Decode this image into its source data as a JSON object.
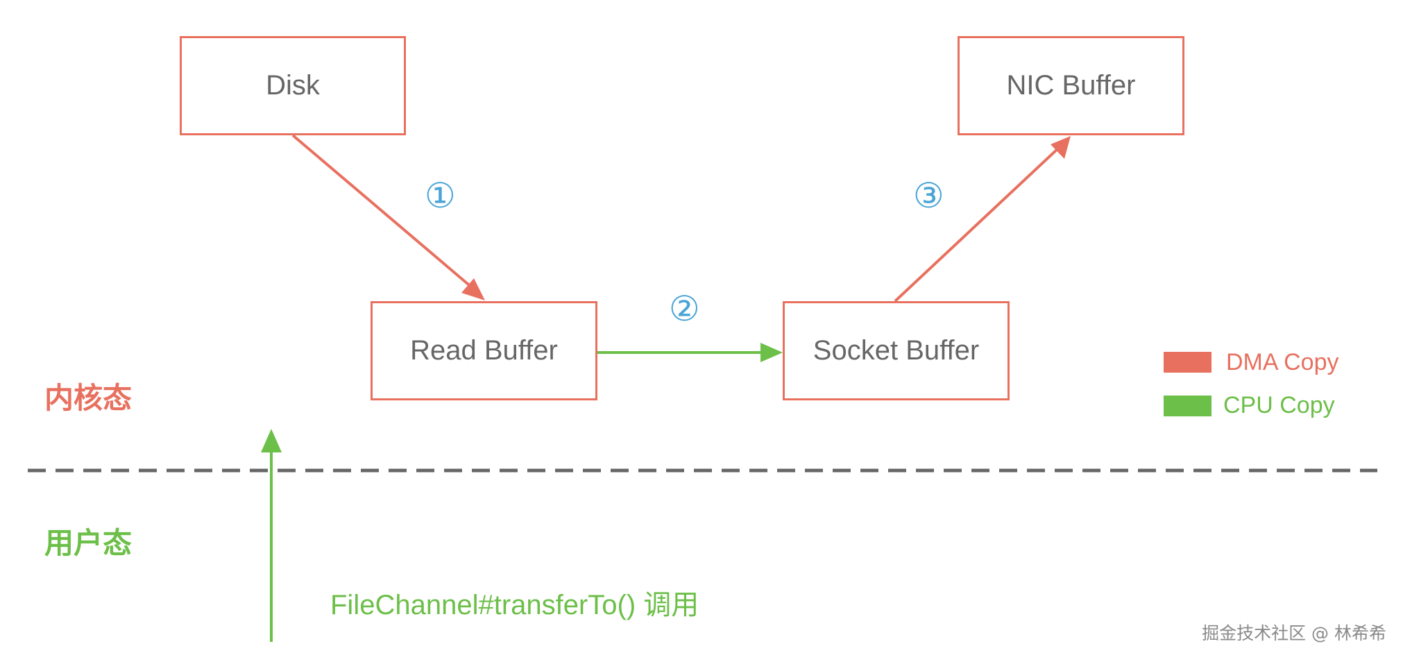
{
  "boxes": {
    "disk": "Disk",
    "read_buffer": "Read Buffer",
    "socket_buffer": "Socket Buffer",
    "nic_buffer": "NIC Buffer"
  },
  "steps": {
    "one": "①",
    "two": "②",
    "three": "③"
  },
  "zones": {
    "kernel": "内核态",
    "user": "用户态"
  },
  "call_label": "FileChannel#transferTo() 调用",
  "legend": {
    "dma": "DMA Copy",
    "cpu": "CPU Copy"
  },
  "watermark": "掘金技术社区 @ 林希希",
  "colors": {
    "dma": "#e8705f",
    "cpu": "#6cbf48",
    "step": "#4aa5d6",
    "divider": "#666666",
    "box_text": "#666666"
  }
}
